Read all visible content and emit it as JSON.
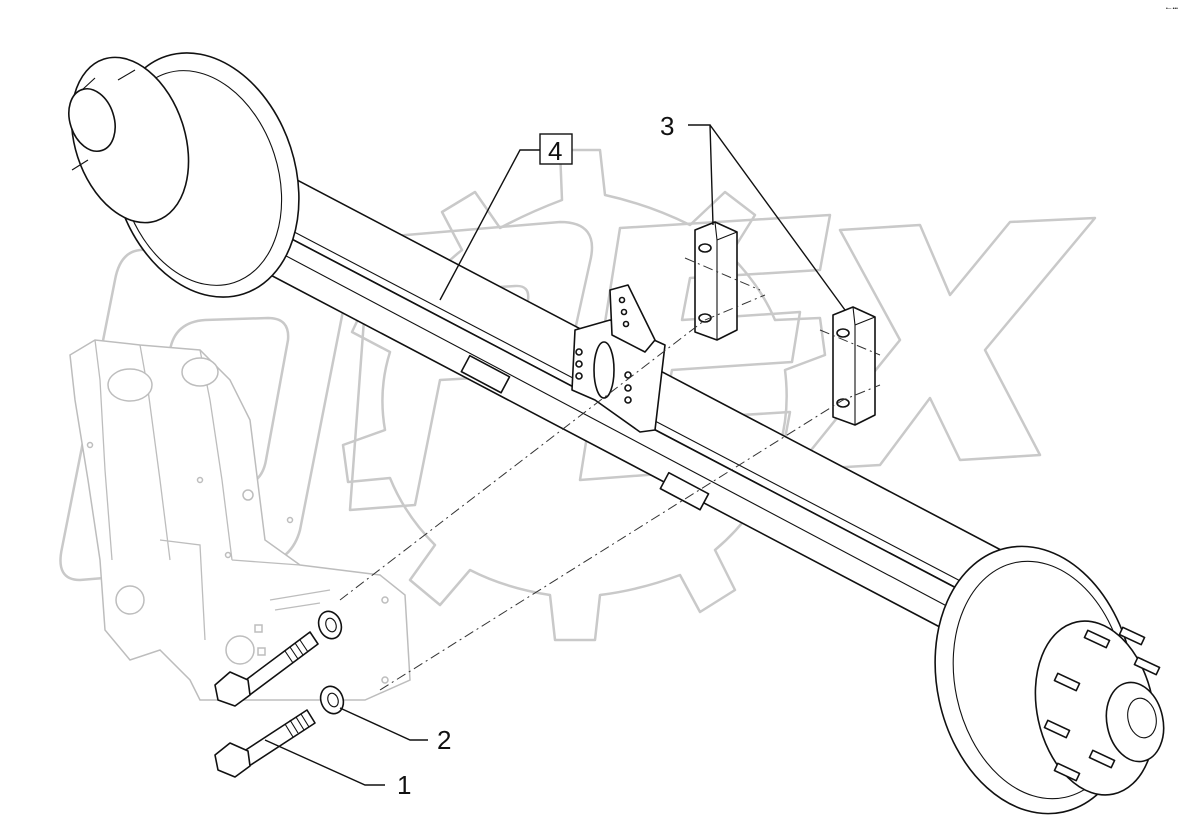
{
  "watermark": {
    "text": "OPEX"
  },
  "corner_mark": "•─ •••",
  "callouts": [
    {
      "id": "1",
      "label": "1",
      "part": "bolt"
    },
    {
      "id": "2",
      "label": "2",
      "part": "washer"
    },
    {
      "id": "3",
      "label": "3",
      "part": "spacer-block"
    },
    {
      "id": "4",
      "label": "4",
      "part": "axle-beam",
      "boxed": true
    }
  ]
}
